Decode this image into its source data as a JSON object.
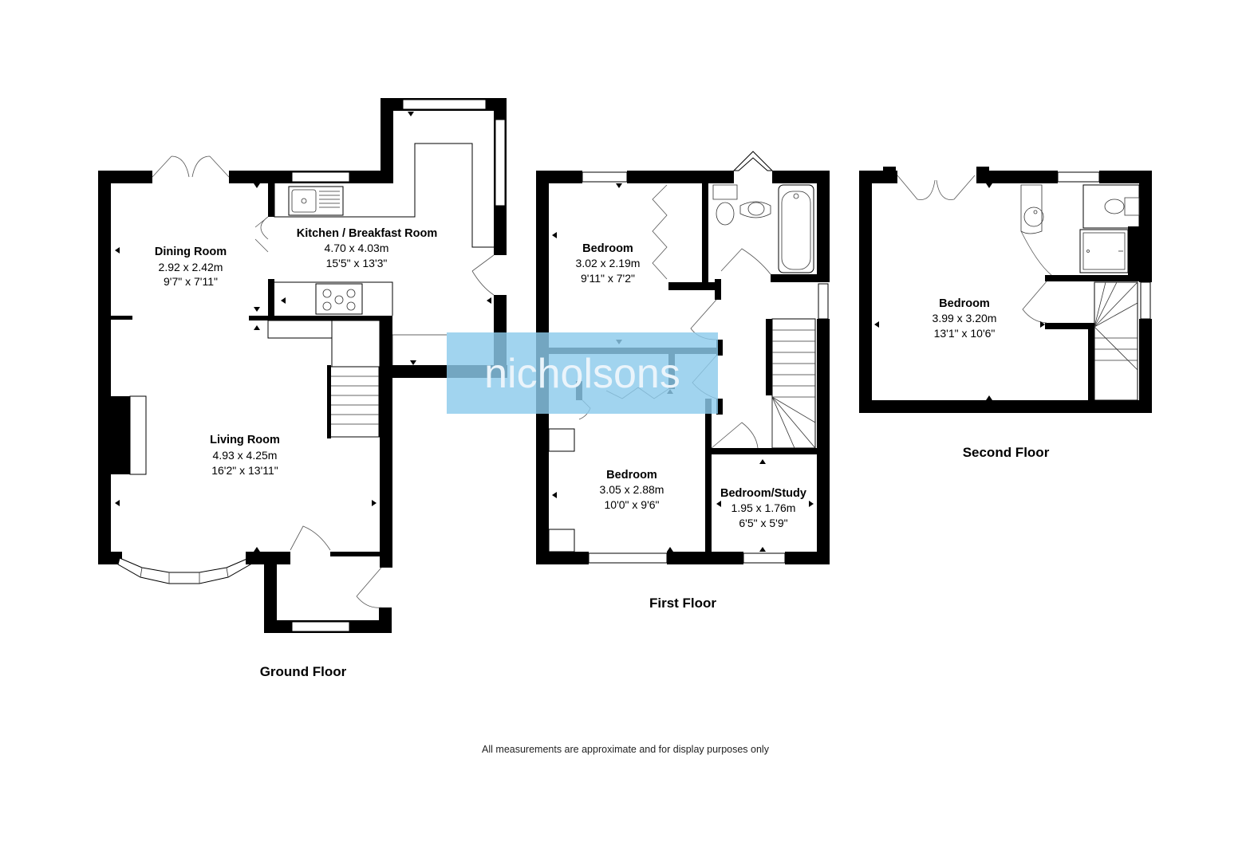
{
  "watermark": {
    "text": "nicholsons",
    "color": "#8ccbec"
  },
  "floors": {
    "ground": "Ground Floor",
    "first": "First Floor",
    "second": "Second Floor"
  },
  "rooms": {
    "dining": {
      "name": "Dining Room",
      "metric": "2.92 x 2.42m",
      "imperial": "9'7\" x 7'11\""
    },
    "kitchen": {
      "name": "Kitchen / Breakfast Room",
      "metric": "4.70 x 4.03m",
      "imperial": "15'5\" x 13'3\""
    },
    "living": {
      "name": "Living Room",
      "metric": "4.93 x 4.25m",
      "imperial": "16'2\" x 13'11\""
    },
    "bed1": {
      "name": "Bedroom",
      "metric": "3.02 x 2.19m",
      "imperial": "9'11\" x 7'2\""
    },
    "bed2": {
      "name": "Bedroom",
      "metric": "3.05 x 2.88m",
      "imperial": "10'0\" x 9'6\""
    },
    "study": {
      "name": "Bedroom/Study",
      "metric": "1.95 x 1.76m",
      "imperial": "6'5\" x 5'9\""
    },
    "bed3": {
      "name": "Bedroom",
      "metric": "3.99 x 3.20m",
      "imperial": "13'1\" x 10'6\""
    }
  },
  "disclaimer": "All measurements are approximate and for display purposes only"
}
